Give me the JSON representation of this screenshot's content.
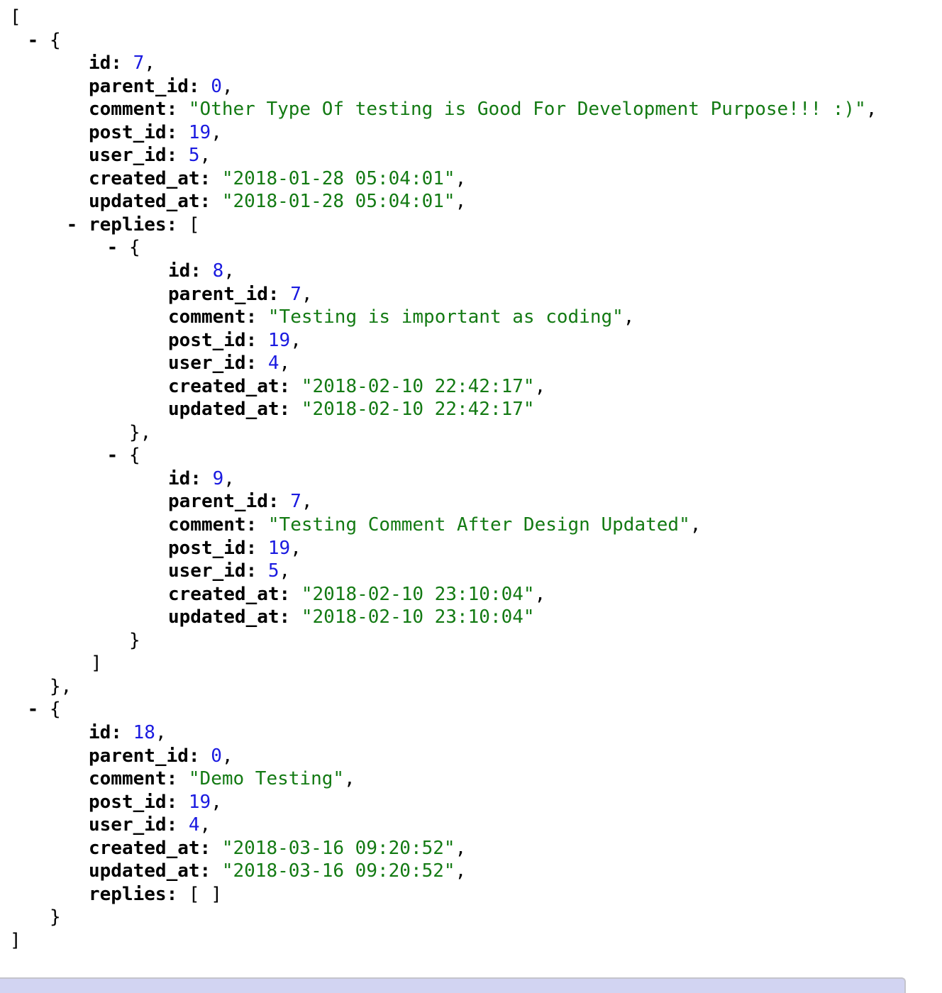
{
  "root": [
    {
      "id": 7,
      "parent_id": 0,
      "comment": "Other Type Of testing is Good For Development Purpose!!! :)",
      "post_id": 19,
      "user_id": 5,
      "created_at": "2018-01-28 05:04:01",
      "updated_at": "2018-01-28 05:04:01",
      "replies": [
        {
          "id": 8,
          "parent_id": 7,
          "comment": "Testing is important as coding",
          "post_id": 19,
          "user_id": 4,
          "created_at": "2018-02-10 22:42:17",
          "updated_at": "2018-02-10 22:42:17"
        },
        {
          "id": 9,
          "parent_id": 7,
          "comment": "Testing Comment After Design Updated",
          "post_id": 19,
          "user_id": 5,
          "created_at": "2018-02-10 23:10:04",
          "updated_at": "2018-02-10 23:10:04"
        }
      ]
    },
    {
      "id": 18,
      "parent_id": 0,
      "comment": "Demo Testing",
      "post_id": 19,
      "user_id": 4,
      "created_at": "2018-03-16 09:20:52",
      "updated_at": "2018-03-16 09:20:52",
      "replies": []
    }
  ],
  "colors": {
    "number": "#1a1ae0",
    "string": "#137a13",
    "status_bar": "#d2d4f2"
  }
}
